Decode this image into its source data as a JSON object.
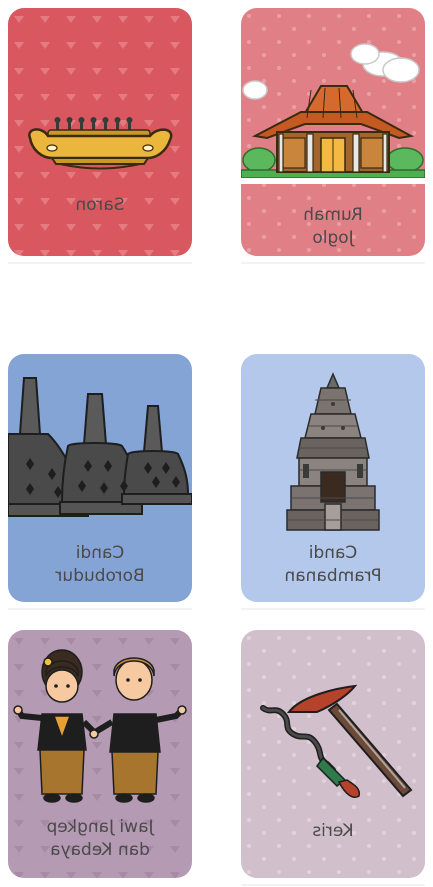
{
  "cards": [
    {
      "id": "saron",
      "label": "Saron",
      "color": "#d9585f",
      "icon": "saron-icon"
    },
    {
      "id": "rumah-joglo",
      "label": "Rumah\nJoglo",
      "color": "#e07f86",
      "icon": "house-icon"
    },
    {
      "id": "candi-borobudur",
      "label": "Candi\nBorobudur",
      "color": "#85a4d6",
      "icon": "stupa-icon"
    },
    {
      "id": "candi-prambanan",
      "label": "Candi\nPrambanan",
      "color": "#b3c8ea",
      "icon": "temple-icon"
    },
    {
      "id": "jawi-jangkep",
      "label": "Jawi Jangkep\ndan Kebaya",
      "color": "#b49ab2",
      "icon": "couple-icon"
    },
    {
      "id": "keris",
      "label": "Keris",
      "color": "#d2bfcc",
      "icon": "keris-icon"
    }
  ]
}
